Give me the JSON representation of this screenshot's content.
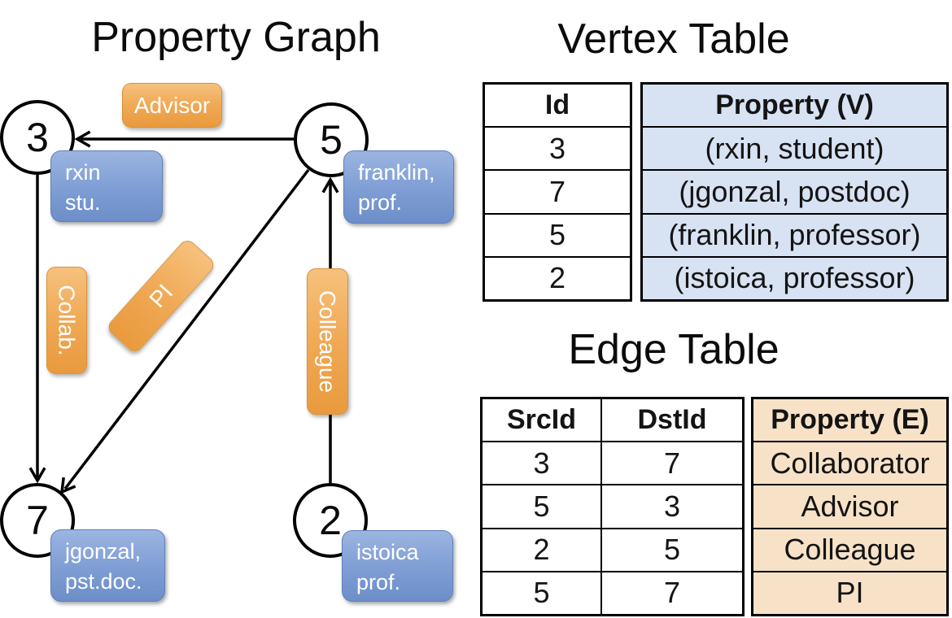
{
  "graph": {
    "title": "Property Graph",
    "vertices": [
      {
        "id": "3",
        "line1": "rxin",
        "line2": "stu."
      },
      {
        "id": "5",
        "line1": "franklin,",
        "line2": "prof."
      },
      {
        "id": "7",
        "line1": "jgonzal,",
        "line2": "pst.doc."
      },
      {
        "id": "2",
        "line1": "istoica",
        "line2": "prof."
      }
    ],
    "edge_labels": {
      "advisor": "Advisor",
      "collab": "Collab.",
      "pi": "PI",
      "colleague": "Colleague"
    },
    "edges": [
      {
        "src": "5",
        "dst": "3",
        "label": "Advisor"
      },
      {
        "src": "3",
        "dst": "7",
        "label": "Collab."
      },
      {
        "src": "5",
        "dst": "7",
        "label": "PI"
      },
      {
        "src": "2",
        "dst": "5",
        "label": "Colleague"
      }
    ]
  },
  "vertex_table": {
    "title": "Vertex Table",
    "columns": [
      "Id",
      "Property (V)"
    ],
    "rows": [
      [
        "3",
        "(rxin, student)"
      ],
      [
        "7",
        "(jgonzal, postdoc)"
      ],
      [
        "5",
        "(franklin, professor)"
      ],
      [
        "2",
        "(istoica, professor)"
      ]
    ]
  },
  "edge_table": {
    "title": "Edge Table",
    "columns": [
      "SrcId",
      "DstId",
      "Property (E)"
    ],
    "rows": [
      [
        "3",
        "7",
        "Collaborator"
      ],
      [
        "5",
        "3",
        "Advisor"
      ],
      [
        "2",
        "5",
        "Colleague"
      ],
      [
        "5",
        "7",
        "PI"
      ]
    ]
  },
  "colors": {
    "edge_label_orange": "#F0A955",
    "vertex_label_blue": "#7E9DD4",
    "vertex_cell_bg": "#D7E2F3",
    "edge_cell_bg": "#F7E2C8",
    "line_black": "#000000"
  }
}
